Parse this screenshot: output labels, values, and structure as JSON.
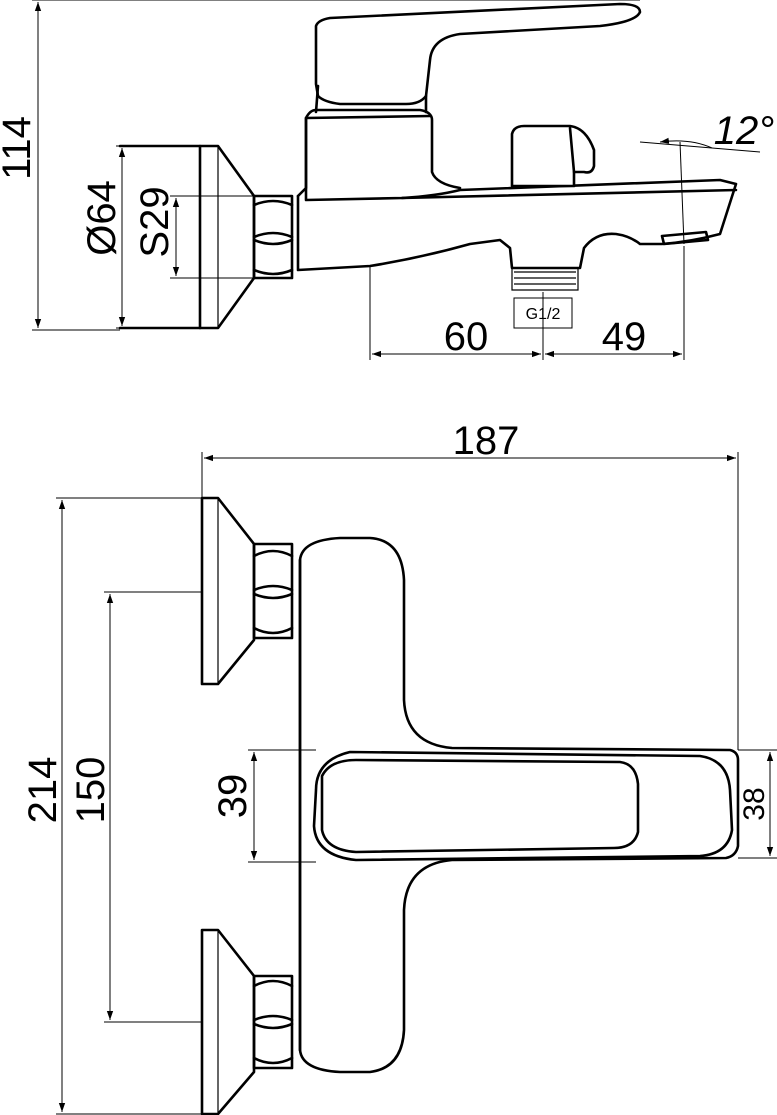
{
  "dimensions": {
    "height_total": "114",
    "flange_diameter": "Ø64",
    "nut_size": "S29",
    "spout_depth_left": "60",
    "spout_depth_right": "49",
    "thread": "G1/2",
    "spout_angle": "12°",
    "overall_width": "187",
    "overall_height": "214",
    "center_distance": "150",
    "lever_height": "39",
    "spout_height": "38"
  },
  "colors": {
    "line": "#000000",
    "background": "#ffffff"
  }
}
